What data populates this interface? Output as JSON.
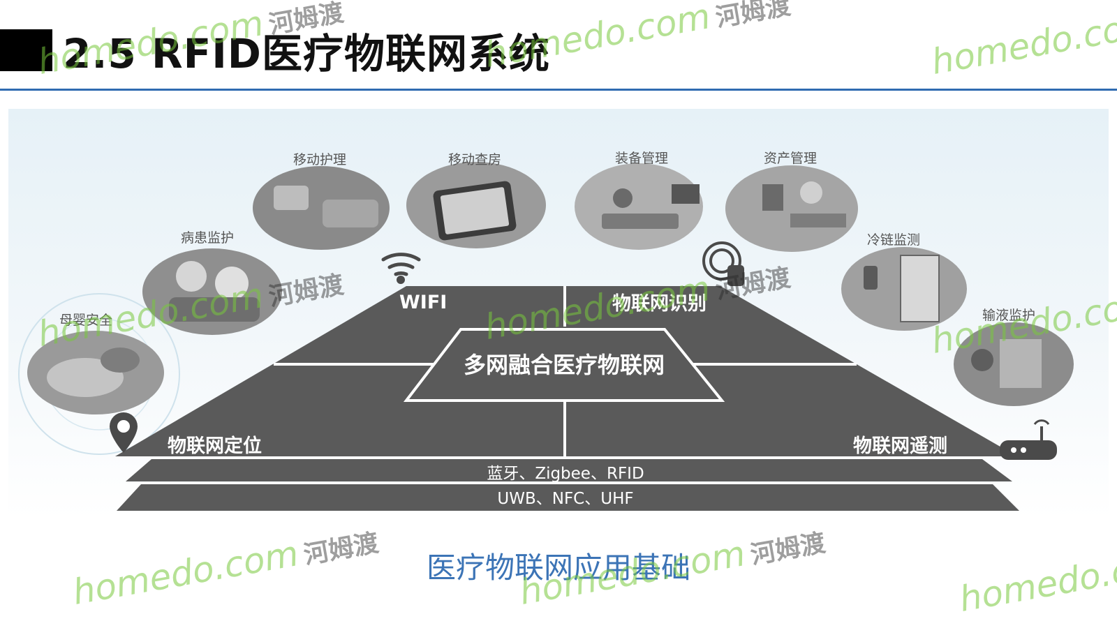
{
  "slide": {
    "title": "2.5 RFID医疗物联网系统",
    "caption": "医疗物联网应用基础"
  },
  "diagram": {
    "center_label": "多网融合医疗物联网",
    "quadrants": {
      "top_left": "WIFI",
      "top_right": "物联网识别",
      "bottom_left": "物联网定位",
      "bottom_right": "物联网遥测"
    },
    "base_layers": [
      "蓝牙、Zigbee、RFID",
      "UWB、NFC、UHF"
    ],
    "applications": [
      {
        "label": "母婴安全",
        "icon": "mother-baby-photo"
      },
      {
        "label": "病患监护",
        "icon": "patient-care-photo"
      },
      {
        "label": "移动护理",
        "icon": "mobile-nursing-photo"
      },
      {
        "label": "移动查房",
        "icon": "mobile-rounds-tablet-photo"
      },
      {
        "label": "装备管理",
        "icon": "equipment-room-photo"
      },
      {
        "label": "资产管理",
        "icon": "operating-room-photo"
      },
      {
        "label": "冷链监测",
        "icon": "cold-chain-fridge-photo"
      },
      {
        "label": "输液监护",
        "icon": "infusion-photo"
      }
    ],
    "side_icons": [
      "wifi-icon",
      "target-icon",
      "location-pin-icon",
      "router-icon"
    ],
    "colors": {
      "pyramid": "#5a5a5a",
      "divider": "#ffffff",
      "accent": "#2f6bb1"
    }
  },
  "watermark": {
    "text_en": "homedo.com",
    "text_cn": "河姆渡"
  }
}
